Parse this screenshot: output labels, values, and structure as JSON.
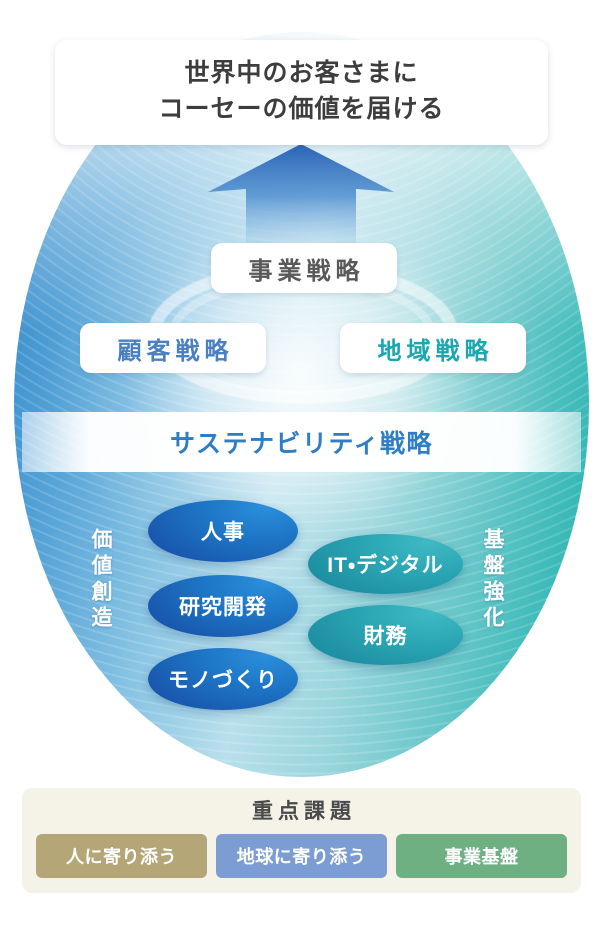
{
  "banner": {
    "line1": "世界中のお客さまに",
    "line2": "コーセーの価値を届ける"
  },
  "strategies": {
    "business": "事業戦略",
    "customer": "顧客戦略",
    "area": "地域戦略",
    "sustainability": "サステナビリティ戦略"
  },
  "side_labels": {
    "left": "価値創造",
    "right": "基盤強化"
  },
  "pillars": {
    "value_creation": [
      {
        "label": "人事",
        "color": "#1a5fb4"
      },
      {
        "label": "研究開発",
        "color": "#1a5fb4"
      },
      {
        "label": "モノづくり",
        "color": "#1a5fb4"
      }
    ],
    "foundation": [
      {
        "label": "IT・デジタル",
        "color": "#2aa6b4"
      },
      {
        "label": "財務",
        "color": "#2aa6b4"
      }
    ]
  },
  "priority_issues": {
    "title": "重点課題",
    "tags": [
      {
        "label": "人に寄り添う",
        "color": "#b5a678"
      },
      {
        "label": "地球に寄り添う",
        "color": "#7b9dd4"
      },
      {
        "label": "事業基盤",
        "color": "#6fb083"
      }
    ]
  },
  "colors": {
    "gradient_start": "#2f86c9",
    "gradient_end": "#2bb3b0",
    "arrow": "#2a63b4",
    "panel_bg": "#f5f2e8",
    "business_text": "#595959",
    "customer_text": "#4a7fc1",
    "area_text": "#1aa7b0",
    "sustainability_text": "#2f7ec4"
  }
}
